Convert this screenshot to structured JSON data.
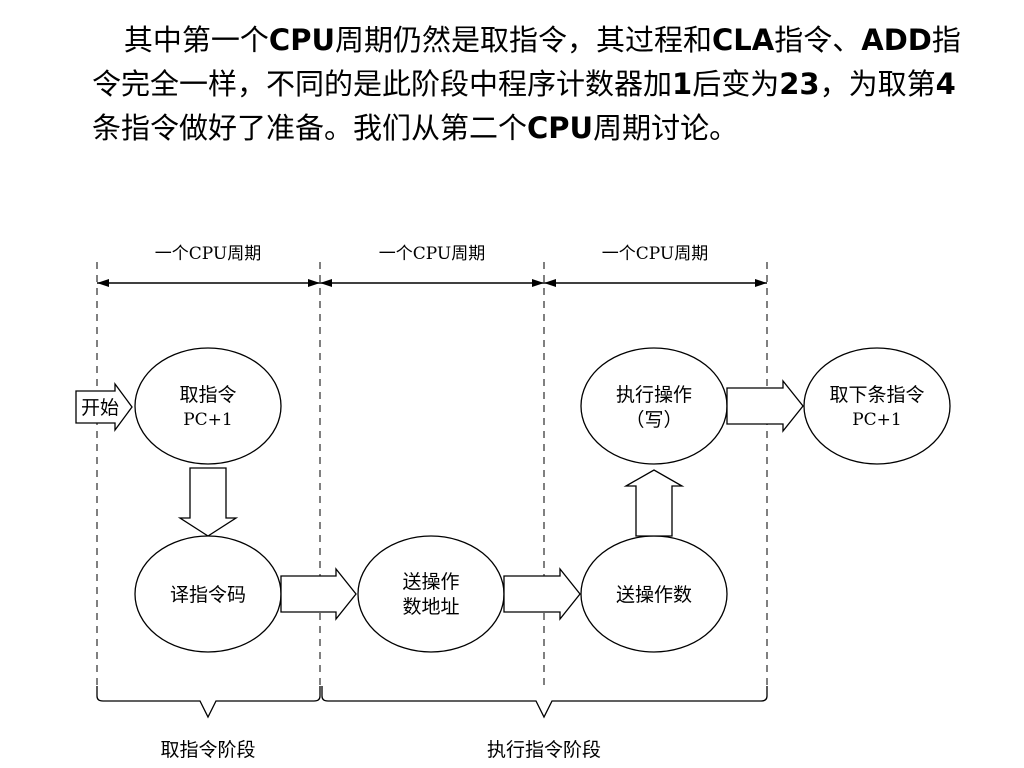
{
  "paragraph": {
    "segments": [
      {
        "text": "其中第一个",
        "bold": false
      },
      {
        "text": "CPU",
        "bold": true
      },
      {
        "text": "周期仍然是取指令，其过程和",
        "bold": false
      },
      {
        "text": "CLA",
        "bold": true
      },
      {
        "text": "指令、",
        "bold": false
      },
      {
        "text": "ADD",
        "bold": true
      },
      {
        "text": "指令完全一样，不同的是此阶段中程序计数器加",
        "bold": false
      },
      {
        "text": "1",
        "bold": true
      },
      {
        "text": "后变为",
        "bold": false
      },
      {
        "text": "23",
        "bold": true
      },
      {
        "text": "，为取第",
        "bold": false
      },
      {
        "text": "4",
        "bold": true
      },
      {
        "text": "条指令做好了准备。我们从第二个",
        "bold": false
      },
      {
        "text": "CPU",
        "bold": true
      },
      {
        "text": "周期讨论。",
        "bold": false
      }
    ]
  },
  "diagram": {
    "cycle_labels": [
      "一个CPU周期",
      "一个CPU周期",
      "一个CPU周期"
    ],
    "start_label": "开始",
    "nodes": {
      "fetch": {
        "line1": "取指令",
        "line2": "PC+1"
      },
      "decode": {
        "line1": "译指令码",
        "line2": ""
      },
      "send_addr": {
        "line1": "送操作",
        "line2": "数地址"
      },
      "send_operand": {
        "line1": "送操作数",
        "line2": ""
      },
      "execute": {
        "line1": "执行操作",
        "line2": "（写）"
      },
      "next": {
        "line1": "取下条指令",
        "line2": "PC+1"
      }
    },
    "phase_labels": {
      "fetch_phase": "取指令阶段",
      "execute_phase": "执行指令阶段"
    }
  },
  "colors": {
    "text": "#000000",
    "line": "#000000",
    "background": "#ffffff"
  }
}
